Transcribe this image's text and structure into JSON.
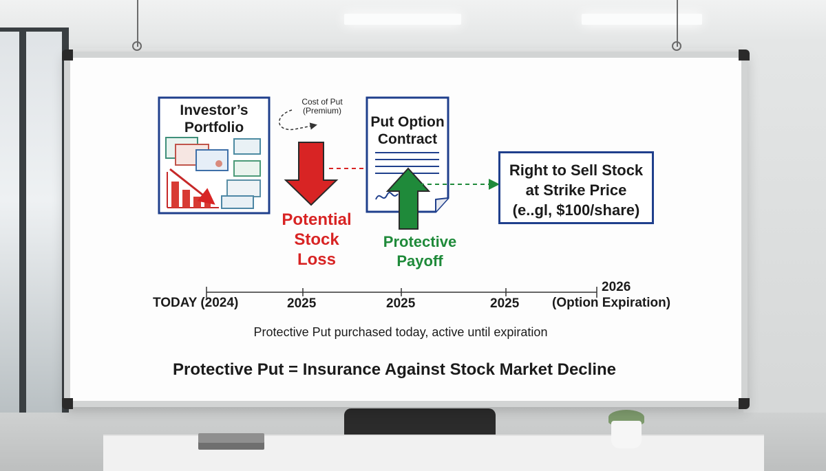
{
  "diagram": {
    "portfolio_box": {
      "title_line1": "Investor’s",
      "title_line2": "Portfolio"
    },
    "premium_note": {
      "line1": "Cost of Put",
      "line2": "(Premium)"
    },
    "loss_label": {
      "line1": "Potential",
      "line2": "Stock",
      "line3": "Loss"
    },
    "contract_box": {
      "title_line1": "Put Option",
      "title_line2": "Contract"
    },
    "payoff_label": {
      "line1": "Protective",
      "line2": "Payoff"
    },
    "result_box": {
      "line1": "Right to Sell Stock",
      "line2": "at Strike Price",
      "line3": "(e..gl, $100/share)"
    },
    "timeline": {
      "ticks": [
        "TODAY (2024)",
        "2025",
        "2025",
        "2025",
        "2026",
        "(Option Expiration)"
      ],
      "caption": "Protective Put purchased today, active until expiration"
    },
    "headline": "Protective Put = Insurance Against Stock Market Decline"
  },
  "colors": {
    "loss_red": "#d82424",
    "payoff_green": "#1f8a3a",
    "box_blue": "#1f3f8c"
  }
}
